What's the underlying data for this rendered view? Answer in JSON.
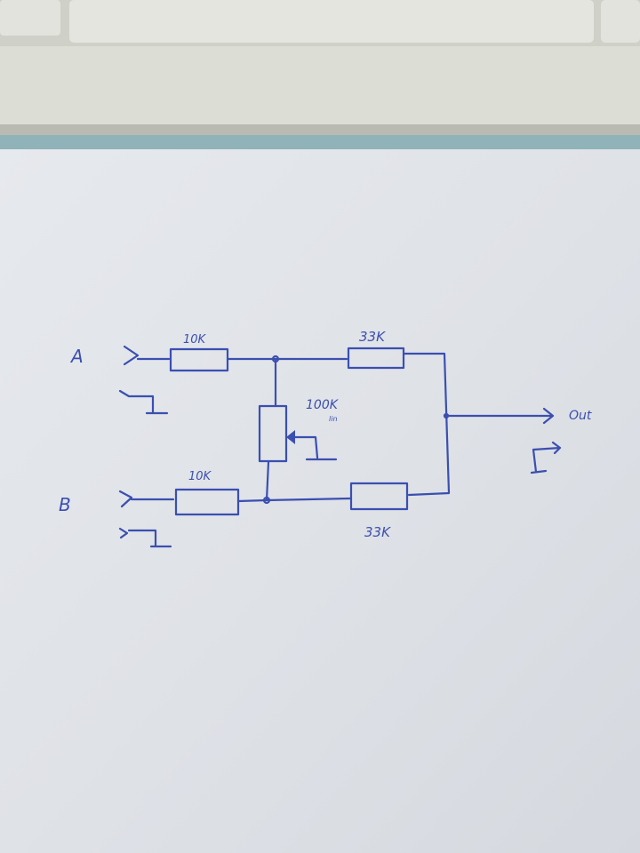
{
  "colors": {
    "ink": "#3b4fb0",
    "paper": "#e3e6ea",
    "keyboard": "#d8d9d2"
  },
  "inputs": [
    {
      "label": "A"
    },
    {
      "label": "B"
    }
  ],
  "resistors": {
    "r_a": "10K",
    "r_b": "10K",
    "r_top": "33K",
    "r_bottom": "33K",
    "pot": "100K",
    "pot_taper": "lin"
  },
  "output": {
    "label": "Out"
  }
}
